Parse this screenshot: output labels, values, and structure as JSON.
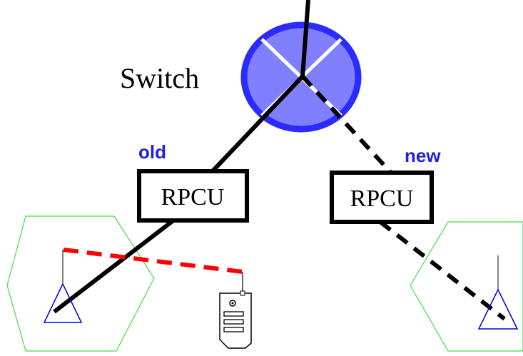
{
  "switch": {
    "label": "Switch",
    "fill_color": "#8080ff",
    "ring_color": "#2b2bff"
  },
  "rpcu_old": {
    "label": "RPCU",
    "tag": "old"
  },
  "rpcu_new": {
    "label": "RPCU",
    "tag": "new"
  },
  "colors": {
    "tag_text": "#2020e0",
    "cell_outline": "#44dd44",
    "antenna": "#0000cc",
    "link": "#000000",
    "radio_link": "#ff0000"
  },
  "icons": {
    "mobile": "mobile-phone-icon",
    "antenna": "antenna-icon"
  }
}
